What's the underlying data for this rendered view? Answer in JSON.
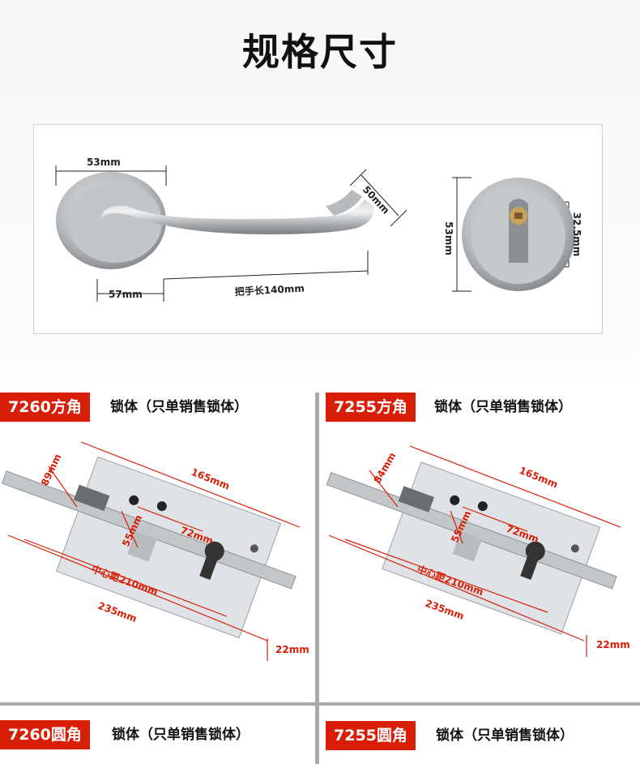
{
  "title": "规格尺寸",
  "handle_dims": {
    "rose_width": "53mm",
    "rose_depth": "57mm",
    "handle_length": "把手长140mm",
    "handle_height": "50mm"
  },
  "cylinder_dims": {
    "diameter": "53mm",
    "cylinder": "32.5mm"
  },
  "lock_dims_7260": {
    "depth": "89mm",
    "length": "165mm",
    "backset": "55mm",
    "spacing": "72mm",
    "center": "中心距210mm",
    "faceplate": "235mm",
    "width": "22mm"
  },
  "lock_dims_7255": {
    "depth": "84mm",
    "length": "165mm",
    "backset": "55mm",
    "spacing": "72mm",
    "center": "中心距210mm",
    "faceplate": "235mm",
    "width": "22mm"
  },
  "sections": [
    {
      "tag": "7260方角",
      "desc": "锁体（只单销售锁体）"
    },
    {
      "tag": "7255方角",
      "desc": "锁体（只单销售锁体）"
    },
    {
      "tag": "7260圆角",
      "desc": "锁体（只单销售锁体）"
    },
    {
      "tag": "7255圆角",
      "desc": "锁体（只单销售锁体）"
    }
  ],
  "colors": {
    "accent": "#d81e06",
    "divider": "#a9a9a9"
  }
}
